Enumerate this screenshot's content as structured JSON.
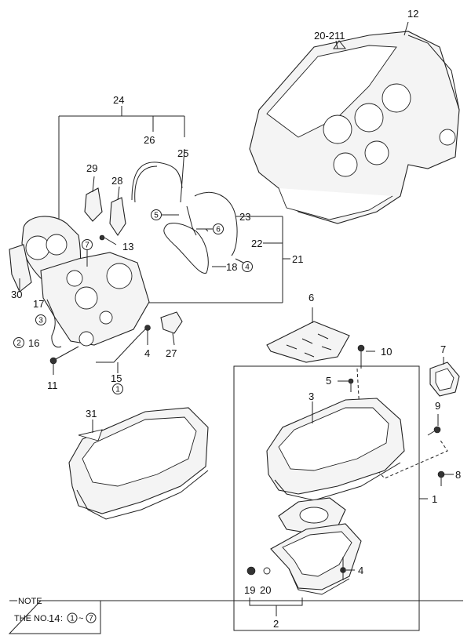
{
  "labels": {
    "l1": "1",
    "l2": "2",
    "l3": "3",
    "l4a": "4",
    "l4b": "4",
    "l5": "5",
    "l6": "6",
    "l7": "7",
    "l8": "8",
    "l9": "9",
    "l10": "10",
    "l11": "11",
    "l12": "12",
    "l13": "13",
    "l15": "15",
    "l16": "16",
    "l17": "17",
    "l18": "18",
    "l19": "19",
    "l20": "20",
    "l21": "21",
    "l22": "22",
    "l23": "23",
    "l24": "24",
    "l25": "25",
    "l26": "26",
    "l27": "27",
    "l28": "28",
    "l29": "29",
    "l30": "30",
    "l31": "31",
    "l20211": "20-211"
  },
  "circled": {
    "c1": "1",
    "c2": "2",
    "c3": "3",
    "c4": "4",
    "c5": "5",
    "c6": "6",
    "c7": "7"
  },
  "note": {
    "title": "NOTE",
    "prefix": "THE NO.",
    "number": "14",
    "sep": " : ",
    "range_start": "1",
    "tilde": "~",
    "range_end": "7"
  }
}
